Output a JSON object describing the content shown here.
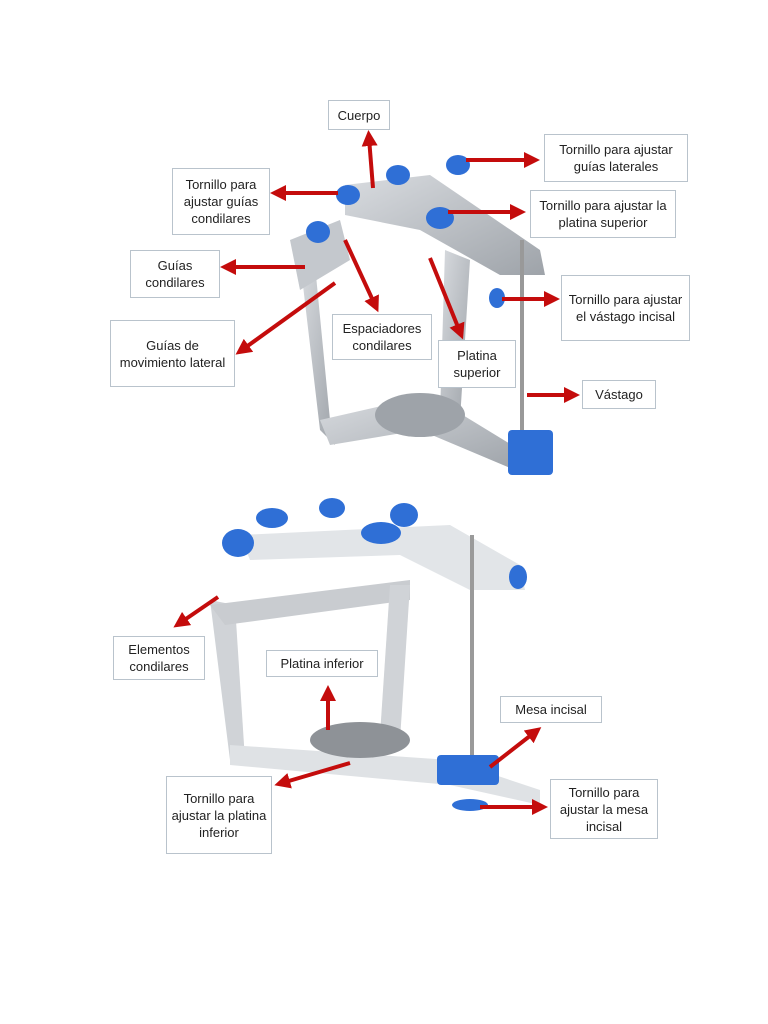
{
  "colors": {
    "arrow": "#c40c0c",
    "knob": "#2f6fd6",
    "metal": "#b8bcc2",
    "box_border": "#b9c3cc"
  },
  "top_figure": {
    "labels": {
      "cuerpo": "Cuerpo",
      "tornillo_guias_laterales": "Tornillo para ajustar guías laterales",
      "tornillo_guias_condilares": "Tornillo para ajustar guías condilares",
      "tornillo_platina_superior": "Tornillo para ajustar la platina superior",
      "guias_condilares": "Guías condilares",
      "tornillo_vastago": "Tornillo para ajustar el vástago incisal",
      "guias_movimiento_lateral": "Guías de movimiento lateral",
      "espaciadores_condilares": "Espaciadores condilares",
      "platina_superior": "Platina superior",
      "vastago": "Vástago"
    }
  },
  "bottom_figure": {
    "labels": {
      "elementos_condilares": "Elementos condilares",
      "platina_inferior": "Platina inferior",
      "mesa_incisal": "Mesa incisal",
      "tornillo_platina_inferior": "Tornillo para ajustar la platina inferior",
      "tornillo_mesa_incisal": "Tornillo para ajustar la mesa incisal"
    }
  }
}
